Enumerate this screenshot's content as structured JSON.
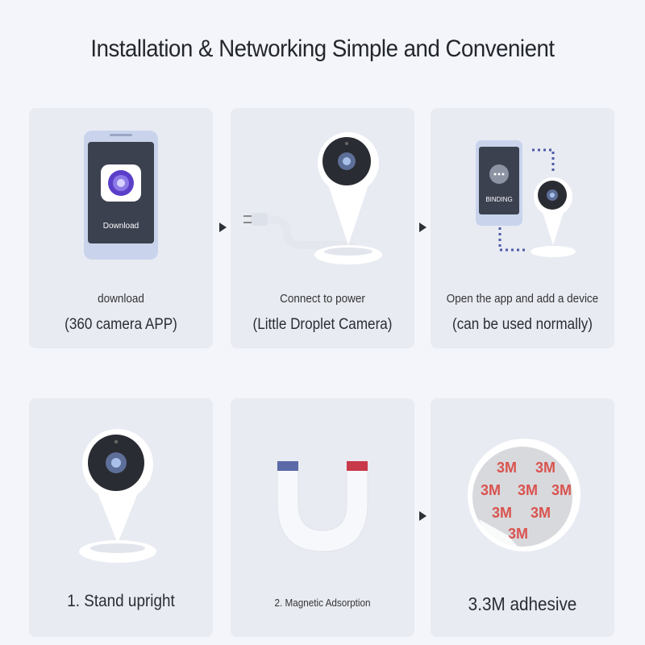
{
  "title": "Installation & Networking Simple and Convenient",
  "steps": [
    {
      "line1": "download",
      "line2": "(360 camera APP)",
      "screen_label": "Download"
    },
    {
      "line1": "Connect to power",
      "line2": "(Little Droplet Camera)"
    },
    {
      "line1": "Open the app and add a device",
      "line2": "(can be used normally)",
      "screen_label": "BINDING"
    }
  ],
  "mounts": [
    {
      "label": "1. Stand upright"
    },
    {
      "label": "2. Magnetic Adsorption"
    },
    {
      "label": "3.3M adhesive",
      "sticker_text": "3M"
    }
  ],
  "colors": {
    "accent_purple": "#6a4cd6",
    "magnet_blue": "#5a6aa8",
    "magnet_red": "#c8394a",
    "sticker_red": "#d9534f"
  }
}
